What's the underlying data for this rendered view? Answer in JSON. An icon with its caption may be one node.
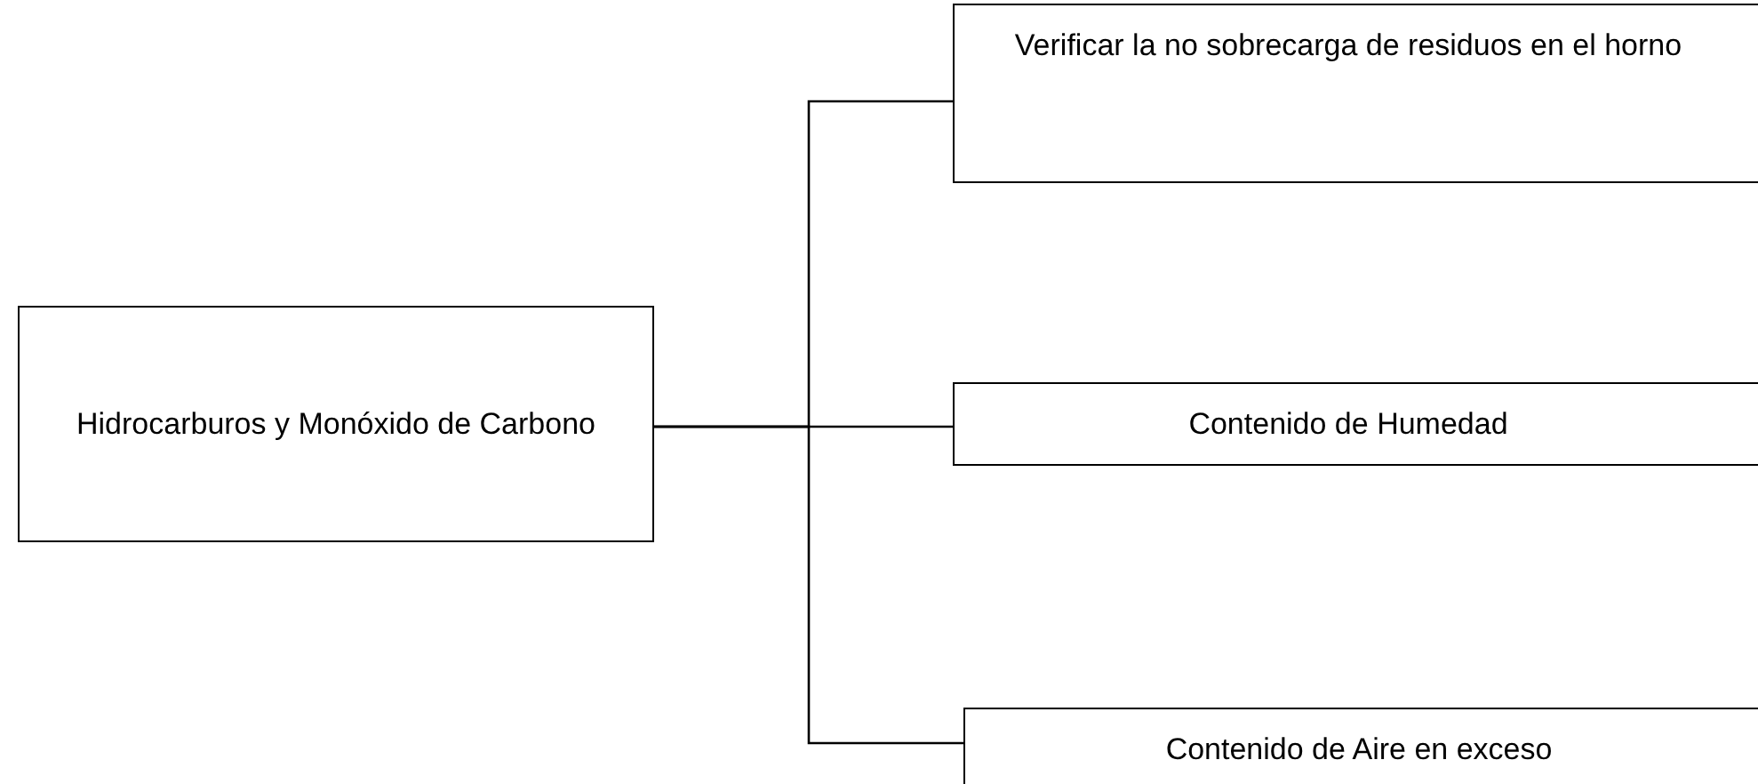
{
  "diagram": {
    "nodes": [
      {
        "text": [
          "Hidrocarburos y Monóxido de Carbono"
        ]
      },
      {
        "text": [
          "Verificar la no sobrecarga de residuos en el horno"
        ]
      },
      {
        "text": [
          "Contenido de Humedad"
        ]
      },
      {
        "text": [
          "Contenido de Aire en exceso"
        ]
      }
    ],
    "edges": [
      {
        "from": 0,
        "to": 1,
        "arrow": "none"
      },
      {
        "from": 0,
        "to": 2,
        "arrow": "none"
      },
      {
        "from": 0,
        "to": 3,
        "arrow": "none"
      }
    ]
  }
}
